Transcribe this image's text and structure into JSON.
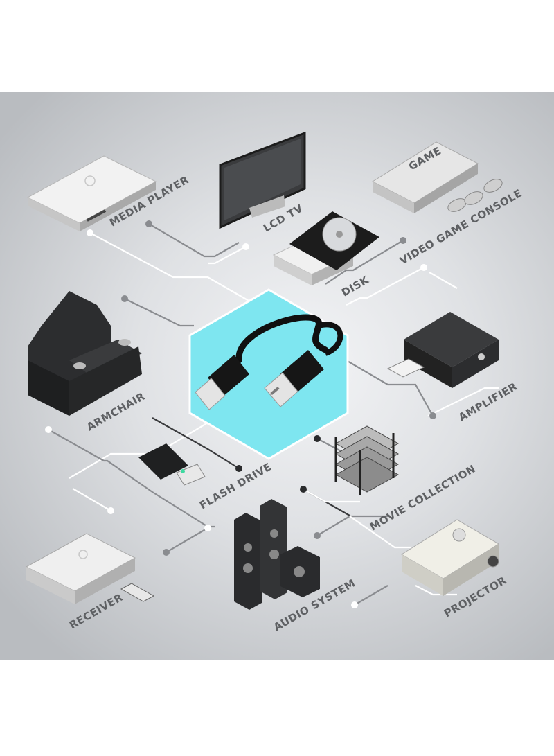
{
  "center": {
    "icon": "hdmi-cable-icon",
    "color": "#7ee6f0"
  },
  "labels": {
    "media_player": "MEDIA PLAYER",
    "lcd_tv": "LCD TV",
    "video_game_console": "VIDEO GAME CONSOLE",
    "game_text": "GAME",
    "disk": "DISK",
    "armchair": "ARMCHAIR",
    "amplifier": "AMPLIFIER",
    "flash_drive": "FLASH DRIVE",
    "movie_collection": "MOVIE COLLECTION",
    "receiver": "RECEIVER",
    "audio_system": "AUDIO SYSTEM",
    "projector": "PROJECTOR"
  },
  "colors": {
    "label": "#5e6063",
    "background": "#dfe1e4",
    "hexagon": "#7ee6f0"
  }
}
